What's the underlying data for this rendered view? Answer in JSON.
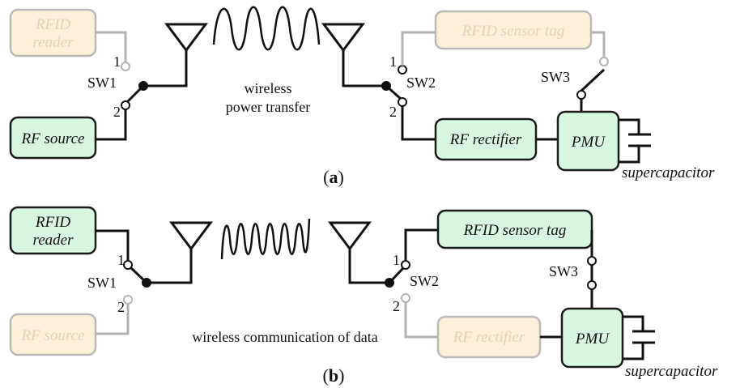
{
  "panel_a": {
    "rfid_reader_line1": "RFID",
    "rfid_reader_line2": "reader",
    "rf_source": "RF source",
    "rfid_sensor_tag": "RFID sensor tag",
    "rf_rectifier": "RF rectifier",
    "pmu": "PMU",
    "supercapacitor": "supercapacitor",
    "sw1": "SW1",
    "sw2": "SW2",
    "sw3": "SW3",
    "pos1_left": "1",
    "pos2_left": "2",
    "pos1_right": "1",
    "pos2_right": "2",
    "caption_line1": "wireless",
    "caption_line2": "power transfer",
    "sub_open": "(",
    "sub_letter": "a",
    "sub_close": ")"
  },
  "panel_b": {
    "rfid_reader_line1": "RFID",
    "rfid_reader_line2": "reader",
    "rf_source": "RF source",
    "rfid_sensor_tag": "RFID sensor tag",
    "rf_rectifier": "RF rectifier",
    "pmu": "PMU",
    "supercapacitor": "supercapacitor",
    "sw1": "SW1",
    "sw2": "SW2",
    "sw3": "SW3",
    "pos1_left": "1",
    "pos2_left": "2",
    "pos1_right": "1",
    "pos2_right": "2",
    "caption": "wireless communication of data",
    "sub_open": "(",
    "sub_letter": "b",
    "sub_close": ")"
  }
}
